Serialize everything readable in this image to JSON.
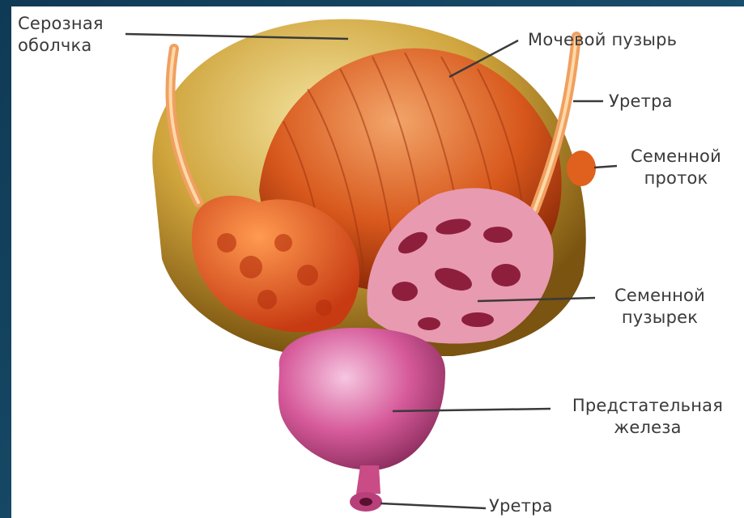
{
  "labels": {
    "serous_coat": [
      "Серозная",
      "оболчка"
    ],
    "bladder": [
      "Мочевой пузырь"
    ],
    "urethra_top": [
      "Уретра"
    ],
    "vas_deferens": [
      "Семенной",
      "проток"
    ],
    "seminal_vesicle": [
      "Семенной",
      "пузырек"
    ],
    "prostate": [
      "Предстательная",
      "железа"
    ],
    "urethra_bottom": [
      "Уретра"
    ]
  },
  "colors": {
    "background": "#1d4f6e",
    "panel": "#ffffff",
    "serous_coat": "#d8b24a",
    "bladder_muscle": "#d8581c",
    "vesicle": "#e08aa0",
    "prostate": "#d65a9a",
    "leader_line": "#3a3a3a"
  }
}
